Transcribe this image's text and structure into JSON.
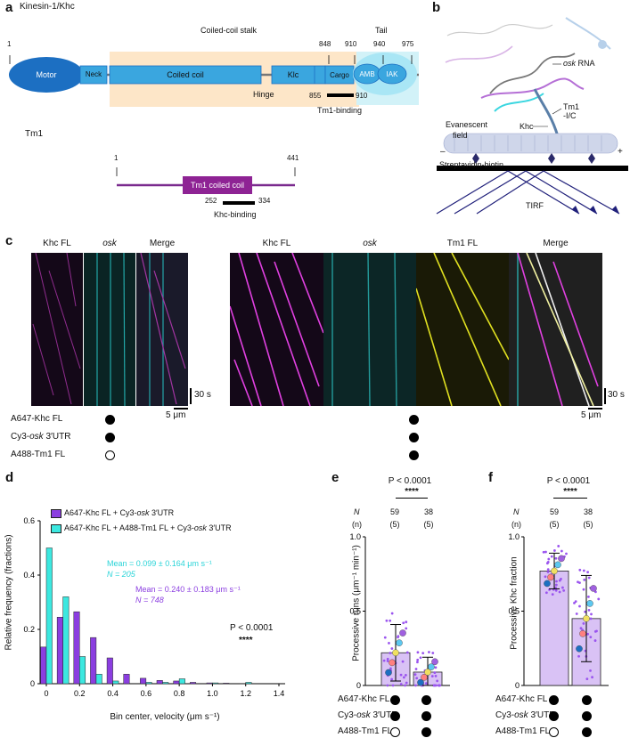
{
  "panels": {
    "a": "a",
    "b": "b",
    "c": "c",
    "d": "d",
    "e": "e",
    "f": "f"
  },
  "panel_a": {
    "title": "Kinesin-1/Khc",
    "coiled_stalk": "Coiled-coil stalk",
    "tail": "Tail",
    "pos_1": "1",
    "pos_848": "848",
    "pos_910": "910",
    "pos_940": "940",
    "pos_975": "975",
    "motor": "Motor",
    "neck": "Neck",
    "coiled_coil": "Coiled coil",
    "hinge": "Hinge",
    "klc": "Klc",
    "cargo": "Cargo",
    "amb": "AMB",
    "iak": "IAK",
    "tm1_bind_start": "855",
    "tm1_bind_end": "910",
    "tm1_binding": "Tm1-binding",
    "tm1_title": "Tm1",
    "tm1_1": "1",
    "tm1_441": "441",
    "tm1_coiled": "Tm1 coiled coil",
    "khc_start": "252",
    "khc_end": "334",
    "khc_binding": "Khc-binding"
  },
  "panel_b": {
    "osk_rna": "osk",
    "osk_rna_suffix": " RNA",
    "tm1": "Tm1",
    "tm1_suffix": "-I/C",
    "khc": "Khc",
    "evanescent": "Evanescent",
    "field": "field",
    "minus": "–",
    "plus": "+",
    "strep": "Streptavidin-biotin",
    "tirf": "TIRF"
  },
  "panel_c": {
    "left_headers": [
      "Khc FL",
      "osk",
      "Merge"
    ],
    "right_headers": [
      "Khc FL",
      "osk",
      "Tm1 FL",
      "Merge"
    ],
    "scale_time": "30 s",
    "scale_len": "5 μm",
    "conditions": [
      "A647-Khc FL",
      "Cy3-",
      "osk",
      " 3′UTR",
      "A488-Tm1 FL"
    ]
  },
  "panel_d": {
    "legend": [
      "A647-Khc FL + Cy3-",
      "osk",
      " 3′UTR",
      "A647-Khc FL + A488-Tm1 FL + Cy3-"
    ],
    "ylabel": "Relative frequency (fractions)",
    "xlabel": "Bin center, velocity (μm s⁻¹)",
    "mean_cyan": "Mean = 0.099 ± 0.164 μm s⁻¹",
    "n_cyan": "N = 205",
    "mean_purple": "Mean = 0.240 ± 0.183 μm s⁻¹",
    "n_purple": "N = 748",
    "p": "P < 0.0001",
    "stars": "****",
    "colors": {
      "purple": "#8b3ee0",
      "cyan": "#3ce8e0"
    }
  },
  "panel_e": {
    "p": "P < 0.0001",
    "stars": "****",
    "N_label": "N",
    "n_label": "(n)",
    "N": [
      "59",
      "38"
    ],
    "n": [
      "(5)",
      "(5)"
    ],
    "ylabel": "Processive runs (μm⁻¹ min⁻¹)"
  },
  "panel_f": {
    "p": "P < 0.0001",
    "stars": "****",
    "N_label": "N",
    "n_label": "(n)",
    "N": [
      "59",
      "38"
    ],
    "n": [
      "(5)",
      "(5)"
    ],
    "ylabel": "Processive Khc fraction"
  },
  "bottom_conditions": [
    "A647-Khc FL",
    "Cy3-",
    "osk",
    " 3′UTR",
    "A488-Tm1 FL"
  ],
  "chart_data": [
    {
      "type": "bar",
      "panel": "d",
      "x": [
        0,
        0.1,
        0.2,
        0.3,
        0.4,
        0.5,
        0.6,
        0.7,
        0.8,
        0.9,
        1.0,
        1.1,
        1.2,
        1.3,
        1.4
      ],
      "series": [
        {
          "name": "A647-Khc FL + Cy3-osk 3′UTR",
          "values": [
            0.135,
            0.245,
            0.265,
            0.17,
            0.095,
            0.035,
            0.02,
            0.012,
            0.01,
            0.005,
            0.003,
            0.002,
            0.001,
            0,
            0
          ]
        },
        {
          "name": "A647-Khc FL + A488-Tm1 FL + Cy3-osk 3′UTR",
          "values": [
            0.5,
            0.32,
            0.1,
            0.035,
            0.01,
            0,
            0.005,
            0.005,
            0.018,
            0,
            0.003,
            0,
            0.005,
            0,
            0
          ]
        }
      ],
      "xlabel": "Bin center, velocity (μm s⁻¹)",
      "ylabel": "Relative frequency (fractions)",
      "ylim": [
        0,
        0.6
      ],
      "xlim": [
        0,
        1.4
      ],
      "yticks": [
        "0",
        "0.2",
        "0.4",
        "0.6"
      ],
      "xticks": [
        "0",
        "0.2",
        "0.4",
        "0.6",
        "0.8",
        "1.0",
        "1.2",
        "1.4"
      ]
    },
    {
      "type": "bar",
      "panel": "e",
      "categories": [
        "Khc + osk",
        "Khc + Tm1 + osk"
      ],
      "values": [
        0.22,
        0.09
      ],
      "errors": [
        0.19,
        0.1
      ],
      "ylabel": "Processive runs (μm⁻¹ min⁻¹)",
      "ylim": [
        0,
        1.0
      ],
      "yticks": [
        "0",
        "0.5",
        "1.0"
      ]
    },
    {
      "type": "bar",
      "panel": "f",
      "categories": [
        "Khc + osk",
        "Khc + Tm1 + osk"
      ],
      "values": [
        0.77,
        0.45
      ],
      "errors": [
        0.12,
        0.29
      ],
      "ylabel": "Processive Khc fraction",
      "ylim": [
        0,
        1.0
      ],
      "yticks": [
        "0",
        "0.5",
        "1.0"
      ]
    }
  ]
}
